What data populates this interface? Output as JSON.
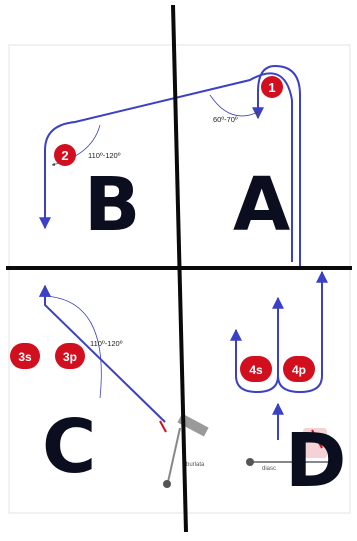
{
  "quadrants": [
    {
      "letter": "A"
    },
    {
      "letter": "B"
    },
    {
      "letter": "C"
    },
    {
      "letter": "D"
    }
  ],
  "badges": {
    "one": "1",
    "two": "2",
    "three_s": "3s",
    "three_p": "3p",
    "four_s": "4s",
    "four_p": "4p"
  },
  "angles": {
    "a": "60º-70º",
    "b": "110º-120º",
    "c": "110º-120º"
  },
  "small_labels": {
    "c_tool": "burlata",
    "d_tool": "diasc"
  },
  "colors": {
    "stroke_blue": "#3b41c5",
    "badge_red": "#d10f1f",
    "divider": "#0a0a0a",
    "letter": "#0b0e1f",
    "frame": "#e3e3e3"
  }
}
